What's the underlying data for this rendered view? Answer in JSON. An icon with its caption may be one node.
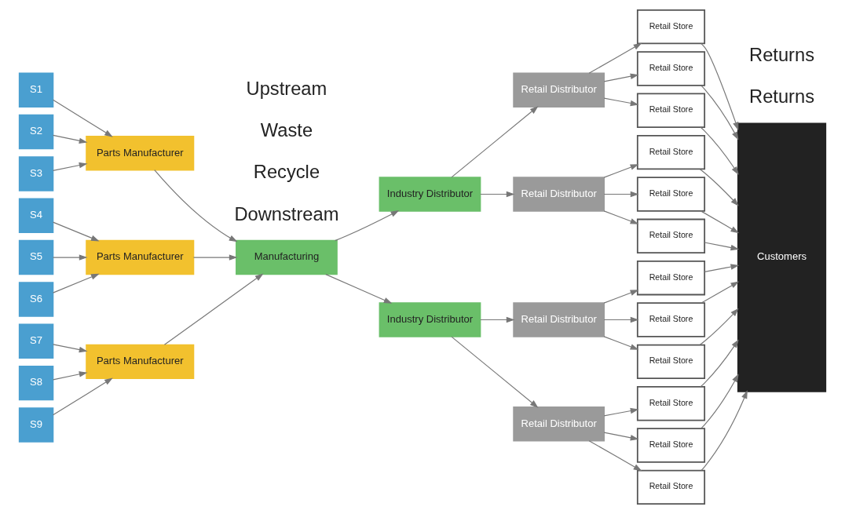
{
  "diagram": {
    "nodes": [
      {
        "text": [
          "S1"
        ]
      },
      {
        "text": [
          "S2"
        ]
      },
      {
        "text": [
          "S3"
        ]
      },
      {
        "text": [
          "S4"
        ]
      },
      {
        "text": [
          "S5"
        ]
      },
      {
        "text": [
          "S6"
        ]
      },
      {
        "text": [
          "S7"
        ]
      },
      {
        "text": [
          "S8"
        ]
      },
      {
        "text": [
          "S9"
        ]
      },
      {
        "text": [
          "Parts Manufacturer"
        ]
      },
      {
        "text": [
          "Parts Manufacturer"
        ]
      },
      {
        "text": [
          "Parts Manufacturer"
        ]
      },
      {
        "text": [
          "Manufacturing"
        ]
      },
      {
        "text": [
          "Industry Distributor"
        ]
      },
      {
        "text": [
          "Industry Distributor"
        ]
      },
      {
        "text": [
          "Retail Distributor"
        ]
      },
      {
        "text": [
          "Retail Distributor"
        ]
      },
      {
        "text": [
          "Retail Distributor"
        ]
      },
      {
        "text": [
          "Retail Distributor"
        ]
      },
      {
        "text": [
          "Retail Store"
        ]
      },
      {
        "text": [
          "Retail Store"
        ]
      },
      {
        "text": [
          "Retail Store"
        ]
      },
      {
        "text": [
          "Retail Store"
        ]
      },
      {
        "text": [
          "Retail Store"
        ]
      },
      {
        "text": [
          "Retail Store"
        ]
      },
      {
        "text": [
          "Retail Store"
        ]
      },
      {
        "text": [
          "Retail Store"
        ]
      },
      {
        "text": [
          "Retail Store"
        ]
      },
      {
        "text": [
          "Retail Store"
        ]
      },
      {
        "text": [
          "Retail Store"
        ]
      },
      {
        "text": [
          "Retail Store"
        ]
      },
      {
        "text": [
          "Customers"
        ]
      }
    ],
    "edges": [
      {
        "from": 0,
        "to": 9,
        "arrow": "to"
      },
      {
        "from": 1,
        "to": 9,
        "arrow": "to"
      },
      {
        "from": 2,
        "to": 9,
        "arrow": "to"
      },
      {
        "from": 3,
        "to": 10,
        "arrow": "to"
      },
      {
        "from": 4,
        "to": 10,
        "arrow": "to"
      },
      {
        "from": 5,
        "to": 10,
        "arrow": "to"
      },
      {
        "from": 6,
        "to": 11,
        "arrow": "to"
      },
      {
        "from": 7,
        "to": 11,
        "arrow": "to"
      },
      {
        "from": 8,
        "to": 11,
        "arrow": "to"
      },
      {
        "from": 9,
        "to": 12,
        "arrow": "to"
      },
      {
        "from": 10,
        "to": 12,
        "arrow": "to"
      },
      {
        "from": 11,
        "to": 12,
        "arrow": "to"
      },
      {
        "from": 12,
        "to": 13,
        "arrow": "to"
      },
      {
        "from": 12,
        "to": 14,
        "arrow": "to"
      },
      {
        "from": 13,
        "to": 15,
        "arrow": "to"
      },
      {
        "from": 13,
        "to": 16,
        "arrow": "to"
      },
      {
        "from": 14,
        "to": 17,
        "arrow": "to"
      },
      {
        "from": 14,
        "to": 18,
        "arrow": "to"
      },
      {
        "from": 15,
        "to": 19,
        "arrow": "to"
      },
      {
        "from": 15,
        "to": 20,
        "arrow": "to"
      },
      {
        "from": 15,
        "to": 21,
        "arrow": "to"
      },
      {
        "from": 16,
        "to": 22,
        "arrow": "to"
      },
      {
        "from": 16,
        "to": 23,
        "arrow": "to"
      },
      {
        "from": 16,
        "to": 24,
        "arrow": "to"
      },
      {
        "from": 17,
        "to": 25,
        "arrow": "to"
      },
      {
        "from": 17,
        "to": 26,
        "arrow": "to"
      },
      {
        "from": 17,
        "to": 27,
        "arrow": "to"
      },
      {
        "from": 18,
        "to": 28,
        "arrow": "to"
      },
      {
        "from": 18,
        "to": 29,
        "arrow": "to"
      },
      {
        "from": 18,
        "to": 30,
        "arrow": "to"
      },
      {
        "from": 19,
        "to": 31,
        "arrow": "to"
      },
      {
        "from": 20,
        "to": 31,
        "arrow": "to"
      },
      {
        "from": 21,
        "to": 31,
        "arrow": "to"
      },
      {
        "from": 22,
        "to": 31,
        "arrow": "to"
      },
      {
        "from": 23,
        "to": 31,
        "arrow": "to"
      },
      {
        "from": 24,
        "to": 31,
        "arrow": "to"
      },
      {
        "from": 25,
        "to": 31,
        "arrow": "to"
      },
      {
        "from": 26,
        "to": 31,
        "arrow": "to"
      },
      {
        "from": 27,
        "to": 31,
        "arrow": "to"
      },
      {
        "from": 28,
        "to": 31,
        "arrow": "to"
      },
      {
        "from": 29,
        "to": 31,
        "arrow": "to"
      },
      {
        "from": 30,
        "to": 31,
        "arrow": "to"
      }
    ],
    "labels": [
      "Downstream",
      "Returns",
      "Returns",
      "Recycle",
      "Waste",
      "Upstream"
    ]
  }
}
